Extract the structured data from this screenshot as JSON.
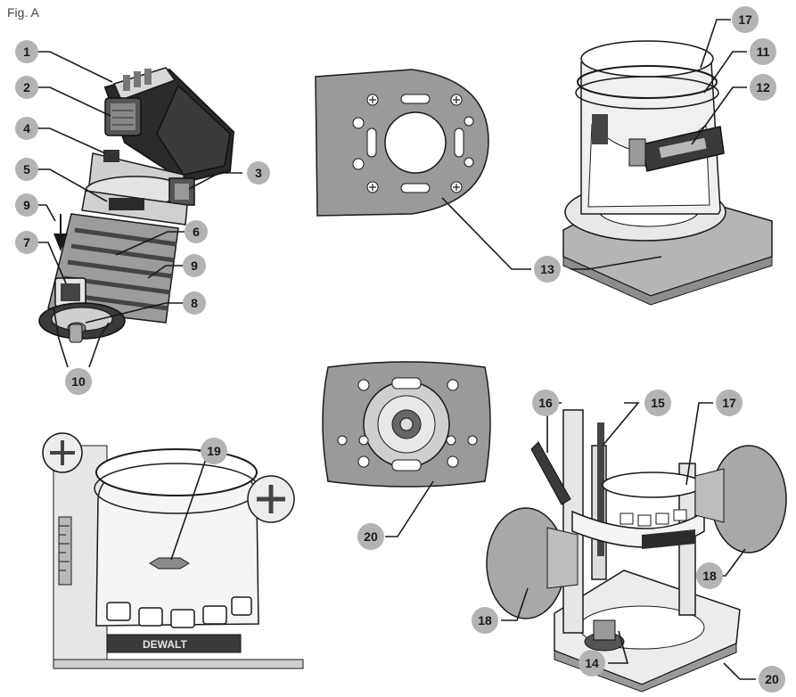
{
  "figure_label": "Fig. A",
  "colors": {
    "callout_fill": "#b3b3b3",
    "callout_text": "#1a1a1a",
    "line": "#1a1a1a",
    "plate_fill": "#9a9a9a",
    "metal": "#d8d8d8",
    "dark": "#2b2b2b",
    "knob": "#a8a8a8"
  },
  "callouts": [
    {
      "id": "c1",
      "label": "1"
    },
    {
      "id": "c2",
      "label": "2"
    },
    {
      "id": "c3",
      "label": "3"
    },
    {
      "id": "c4",
      "label": "4"
    },
    {
      "id": "c5",
      "label": "5"
    },
    {
      "id": "c6",
      "label": "6"
    },
    {
      "id": "c7",
      "label": "7"
    },
    {
      "id": "c8",
      "label": "8"
    },
    {
      "id": "c9a",
      "label": "9"
    },
    {
      "id": "c9b",
      "label": "9"
    },
    {
      "id": "c10",
      "label": "10"
    },
    {
      "id": "c11",
      "label": "11"
    },
    {
      "id": "c12",
      "label": "12"
    },
    {
      "id": "c13",
      "label": "13"
    },
    {
      "id": "c14",
      "label": "14"
    },
    {
      "id": "c15",
      "label": "15"
    },
    {
      "id": "c16",
      "label": "16"
    },
    {
      "id": "c17a",
      "label": "17"
    },
    {
      "id": "c17b",
      "label": "17"
    },
    {
      "id": "c18a",
      "label": "18"
    },
    {
      "id": "c18b",
      "label": "18"
    },
    {
      "id": "c19",
      "label": "19"
    },
    {
      "id": "c20a",
      "label": "20"
    },
    {
      "id": "c20b",
      "label": "20"
    }
  ],
  "brand_text": "DEWALT"
}
